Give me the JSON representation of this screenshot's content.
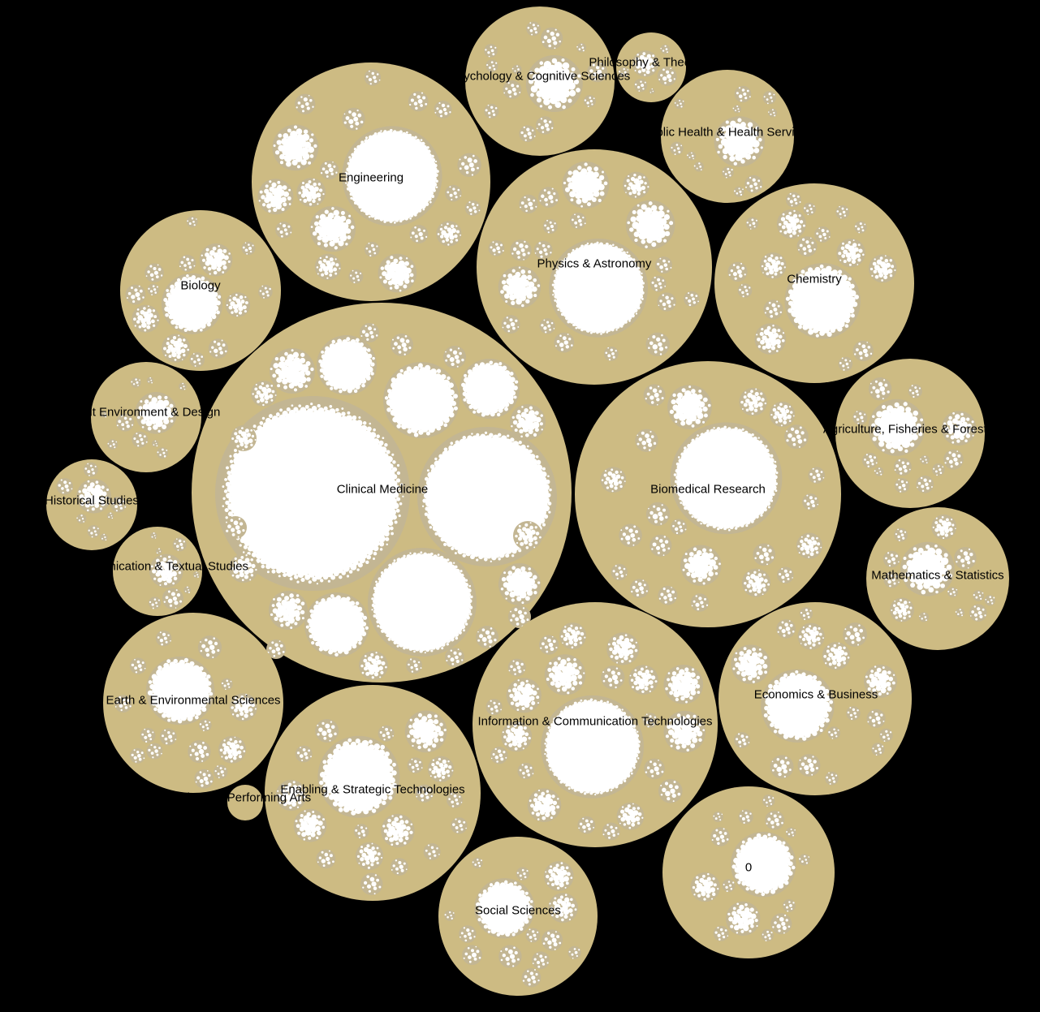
{
  "colors": {
    "background": "#000000",
    "field_fill": "#cdbb83",
    "subfield_fill": "#c3b693",
    "leaf_fill": "#ffffff",
    "label": "#000000"
  },
  "fields": [
    {
      "key": "clinical-medicine",
      "label": "Clinical Medicine",
      "weight": 10
    },
    {
      "key": "biomedical-research",
      "label": "Biomedical Research",
      "weight": 7
    },
    {
      "key": "engineering",
      "label": "Engineering",
      "weight": 6
    },
    {
      "key": "physics-astronomy",
      "label": "Physics & Astronomy",
      "weight": 6
    },
    {
      "key": "chemistry",
      "label": "Chemistry",
      "weight": 5
    },
    {
      "key": "information-communication-technologies",
      "label": "Information & Communication Technologies",
      "weight": 6
    },
    {
      "key": "enabling-strategic-technologies",
      "label": "Enabling & Strategic Technologies",
      "weight": 5
    },
    {
      "key": "economics-business",
      "label": "Economics & Business",
      "weight": 5
    },
    {
      "key": "unlabeled-zero",
      "label": "0",
      "weight": 4
    },
    {
      "key": "social-sciences",
      "label": "Social Sciences",
      "weight": 3
    },
    {
      "key": "earth-environmental-sciences",
      "label": "Earth & Environmental Sciences",
      "weight": 4
    },
    {
      "key": "biology",
      "label": "Biology",
      "weight": 4
    },
    {
      "key": "agriculture-fisheries-forestry",
      "label": "Agriculture, Fisheries & Forestry",
      "weight": 3
    },
    {
      "key": "mathematics-statistics",
      "label": "Mathematics & Statistics",
      "weight": 3
    },
    {
      "key": "psychology-cognitive-sciences",
      "label": "Psychology & Cognitive Sciences",
      "weight": 3
    },
    {
      "key": "public-health-health-services",
      "label": "Public Health & Health Services",
      "weight": 3
    },
    {
      "key": "built-environment-design",
      "label": "Built Environment & Design",
      "weight": 2
    },
    {
      "key": "communication-textual-studies",
      "label": "Communication & Textual Studies",
      "weight": 2
    },
    {
      "key": "historical-studies",
      "label": "Historical Studies",
      "weight": 1
    },
    {
      "key": "philosophy-theology",
      "label": "Philosophy & Theology",
      "weight": 1
    },
    {
      "key": "visual-performing-arts",
      "label": "Visual & Performing Arts",
      "weight": 0.3
    }
  ]
}
